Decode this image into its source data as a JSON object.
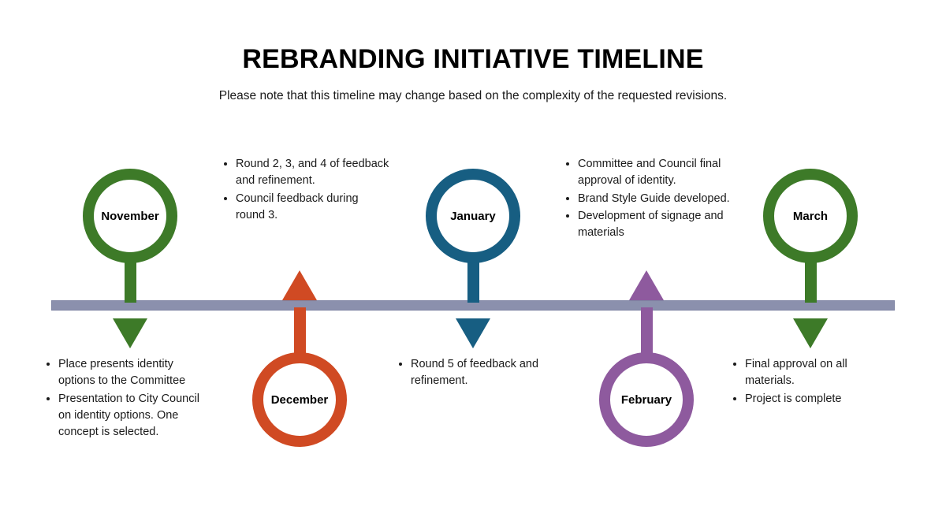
{
  "header": {
    "title": "REBRANDING INITIATIVE TIMELINE",
    "subtitle": "Please note that this timeline may change based on the complexity of the requested revisions."
  },
  "colors": {
    "green": "#3d7a28",
    "orange": "#d04a23",
    "blue": "#175e82",
    "purple": "#8e5a9e",
    "bar": "#8b90ad",
    "text": "#1a1a1a"
  },
  "timeline": {
    "bar_label": "timeline-axis",
    "milestones": [
      {
        "id": "november",
        "label": "November",
        "color": "#3d7a28",
        "circle_position": "above",
        "arrow_direction": "down",
        "bullets": [
          "Place presents identity options to the Committee",
          "Presentation to City Council on identity options. One concept is selected."
        ]
      },
      {
        "id": "december",
        "label": "December",
        "color": "#d04a23",
        "circle_position": "below",
        "arrow_direction": "up",
        "bullets": [
          "Round 2, 3, and 4 of feedback and refinement.",
          "Council feedback during round 3."
        ]
      },
      {
        "id": "january",
        "label": "January",
        "color": "#175e82",
        "circle_position": "above",
        "arrow_direction": "down",
        "bullets": [
          "Round 5 of feedback and refinement."
        ]
      },
      {
        "id": "february",
        "label": "February",
        "color": "#8e5a9e",
        "circle_position": "below",
        "arrow_direction": "up",
        "bullets": [
          "Committee and Council final approval of identity.",
          "Brand Style Guide developed.",
          "Development of signage and materials"
        ]
      },
      {
        "id": "march",
        "label": "March",
        "color": "#3d7a28",
        "circle_position": "above",
        "arrow_direction": "down",
        "bullets": [
          "Final approval on all materials.",
          "Project is complete"
        ]
      }
    ]
  }
}
